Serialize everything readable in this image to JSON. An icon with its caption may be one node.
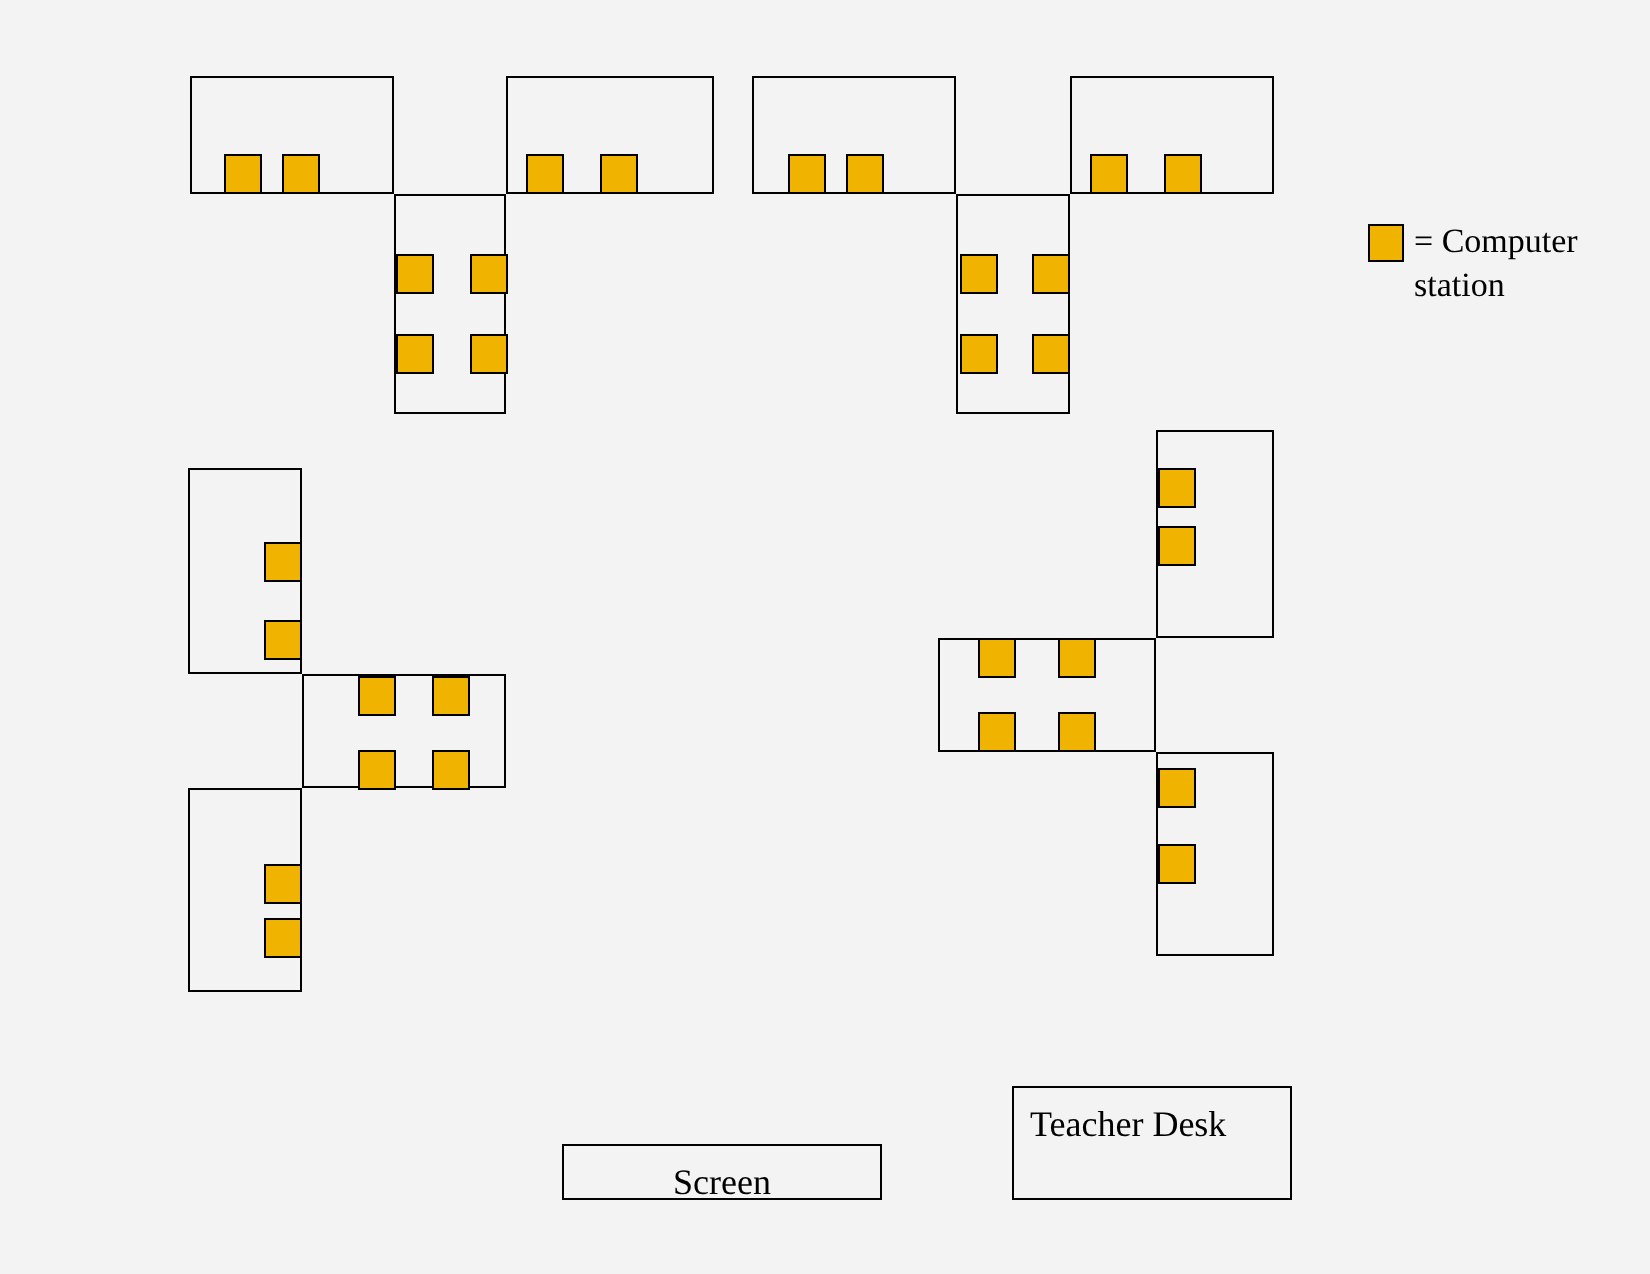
{
  "diagram": {
    "nodes": [
      {
        "text": [],
        "shape": "box"
      },
      {
        "text": [],
        "shape": "box"
      },
      {
        "text": [],
        "shape": "box"
      },
      {
        "text": [],
        "shape": "box"
      },
      {
        "text": [],
        "shape": "box"
      },
      {
        "text": [],
        "shape": "box"
      },
      {
        "text": [],
        "shape": "box"
      },
      {
        "text": [],
        "shape": "box"
      },
      {
        "text": [],
        "shape": "box"
      },
      {
        "text": [],
        "shape": "box"
      },
      {
        "text": [],
        "shape": "box"
      },
      {
        "text": [],
        "shape": "box"
      },
      {
        "text": [
          "Screen"
        ]
      },
      {
        "text": [
          "Teacher Desk"
        ]
      }
    ],
    "legend": [
      {
        "text": "= Computer station",
        "color": "#f0b400"
      }
    ]
  }
}
